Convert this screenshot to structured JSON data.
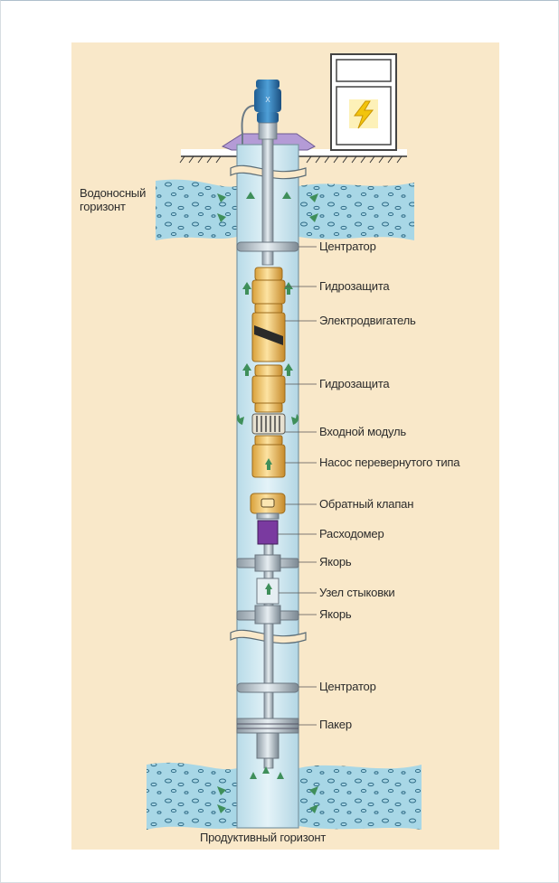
{
  "water_horizon": {
    "line1": "Водоносный",
    "line2": "горизонт"
  },
  "productive_horizon": "Продуктивный горизонт",
  "components": [
    {
      "id": "centrator-1",
      "label": "Центратор"
    },
    {
      "id": "hydroprotection-1",
      "label": "Гидрозащита"
    },
    {
      "id": "electromotor",
      "label": "Электродвигатель"
    },
    {
      "id": "hydroprotection-2",
      "label": "Гидрозащита"
    },
    {
      "id": "inlet-module",
      "label": "Входной модуль"
    },
    {
      "id": "inverted-pump",
      "label": "Насос перевернутого типа"
    },
    {
      "id": "check-valve",
      "label": "Обратный клапан"
    },
    {
      "id": "flowmeter",
      "label": "Расходомер"
    },
    {
      "id": "anchor-1",
      "label": "Якорь"
    },
    {
      "id": "docking-unit",
      "label": "Узел стыковки"
    },
    {
      "id": "anchor-2",
      "label": "Якорь"
    },
    {
      "id": "centrator-2",
      "label": "Центратор"
    },
    {
      "id": "packer",
      "label": "Пакер"
    }
  ],
  "colors": {
    "background": "#f9e8c9",
    "water": "#a8d7e6",
    "casing": "#c9e6f0",
    "equipment": "#f3c86a",
    "flow_arrows": "#3f8f5a",
    "flowmeter": "#7a3aa0",
    "motor": "#2d6fa8"
  },
  "icons": [
    "lightning-icon",
    "motor-icon"
  ]
}
